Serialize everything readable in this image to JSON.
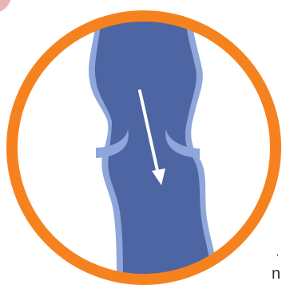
{
  "colors": {
    "ring": "#F5821F",
    "vein_outer": "#8EA6DA",
    "vein_inner": "#4D65A2",
    "arrow": "#FFFFFF",
    "corner_shape": "#E8B4B4"
  },
  "icons": {
    "ring": "circular-frame",
    "vein": "vein-cross-section",
    "valve": "venous-valve",
    "arrow": "flow-direction-arrow"
  },
  "edge_text": [
    "’",
    "n"
  ]
}
